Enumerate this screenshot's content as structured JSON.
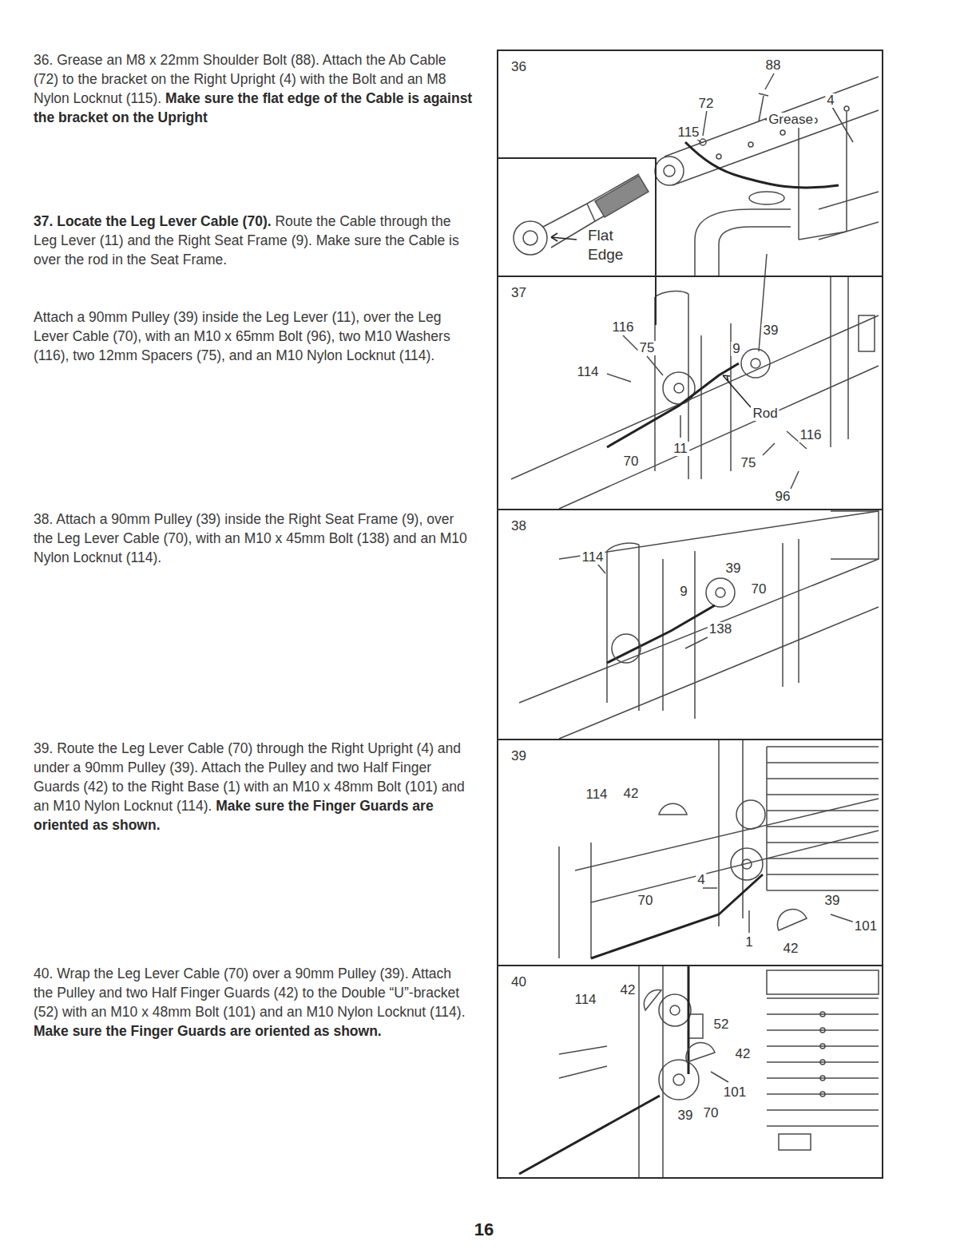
{
  "diagram": {
    "nodes": [
      {
        "text": [
          "36"
        ]
      },
      {
        "text": [
          "Flat Edge"
        ],
        "in": 0
      },
      {
        "text": [
          "37"
        ]
      },
      {
        "text": [
          "38"
        ]
      },
      {
        "text": [
          "39"
        ]
      },
      {
        "text": [
          "40"
        ]
      }
    ],
    "labels": [
      "36. Grease an M8 x 22mm Shoulder Bolt (88). Attach the Ab Cable (72) to the bracket on the Right Upright (4) with the Bolt and an M8 Nylon Locknut (115).",
      "Make sure the flat edge of the Cable is against the bracket on the Upright",
      "37. Locate the Leg Lever Cable (70).",
      "Route the Cable through the Leg Lever (11) and the Right Seat Frame (9). Make sure the Cable is over the rod in the Seat Frame.",
      "Attach a 90mm Pulley (39) inside the Leg Lever (11), over the Leg Lever Cable (70), with an M10 x 65mm Bolt (96), two M10 Washers (116), two 12mm Spacers (75), and an M10 Nylon Locknut (114).",
      "38. Attach a 90mm Pulley (39) inside the Right Seat Frame (9), over the Leg Lever Cable (70), with an M10 x 45mm Bolt (138) and an M10 Nylon Locknut (114).",
      "39. Route the Leg Lever Cable (70) through the Right Upright (4) and under a 90mm Pulley (39). Attach the Pulley and two Half Finger Guards (42) to the Right Base (1) with an M10 x 48mm Bolt (101) and an M10 Nylon Locknut (114).",
      "Make sure the Finger Guards are oriented as shown.",
      "40. Wrap the Leg Lever Cable (70) over a 90mm Pulley (39). Attach the Pulley and two Half Finger Guards (42) to the Double “U”-bracket (52) with an M10 x 48mm Bolt (101) and an M10 Nylon Locknut (114).",
      "Make sure the Finger Guards are oriented as shown.",
      "88",
      "72",
      "Grease",
      "4",
      "115",
      "116",
      "75",
      "9",
      "39",
      "114",
      "Rod",
      "11",
      "70",
      "116",
      "75",
      "96",
      "114",
      "39",
      "9",
      "70",
      "138",
      "114",
      "42",
      "4",
      "70",
      "39",
      "101",
      "1",
      "42",
      "114",
      "42",
      "52",
      "42",
      "101",
      "39",
      "70",
      "16"
    ]
  }
}
